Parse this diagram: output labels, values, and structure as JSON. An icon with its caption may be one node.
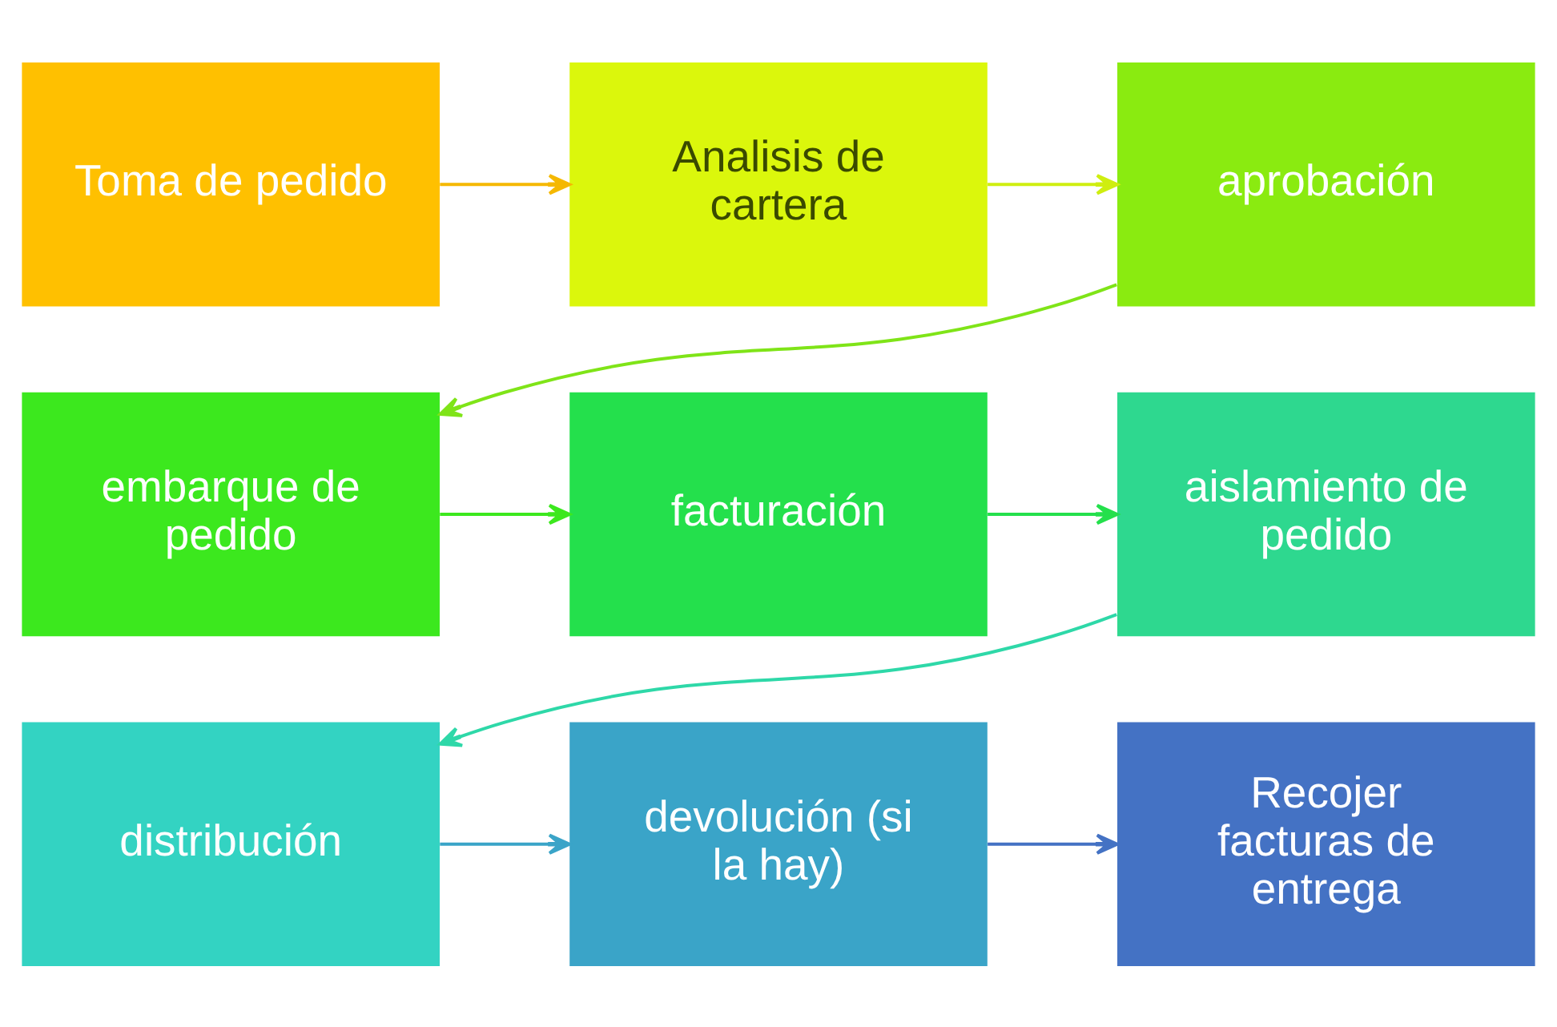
{
  "diagram": {
    "nodes": [
      {
        "text": [
          "Toma de pedido"
        ]
      },
      {
        "text": [
          "Analisis de cartera"
        ]
      },
      {
        "text": [
          "aprobación"
        ]
      },
      {
        "text": [
          "embarque de pedido"
        ]
      },
      {
        "text": [
          "facturación"
        ]
      },
      {
        "text": [
          "aislamiento de pedido"
        ]
      },
      {
        "text": [
          "distribución"
        ]
      },
      {
        "text": [
          "devolución (si la hay)"
        ]
      },
      {
        "text": [
          "Recojer facturas de entrega"
        ]
      }
    ],
    "edges": [
      {
        "from": 0,
        "to": 1,
        "arrow": "to",
        "color": "#f5b800"
      },
      {
        "from": 1,
        "to": 2,
        "arrow": "to",
        "color": "#cfee10"
      },
      {
        "from": 2,
        "to": 3,
        "arrow": "to",
        "color": "#7fe418"
      },
      {
        "from": 3,
        "to": 4,
        "arrow": "to",
        "color": "#3ce81e"
      },
      {
        "from": 4,
        "to": 5,
        "arrow": "to",
        "color": "#24e04c"
      },
      {
        "from": 5,
        "to": 6,
        "arrow": "to",
        "color": "#2ed8a8"
      },
      {
        "from": 6,
        "to": 7,
        "arrow": "to",
        "color": "#3aa4c8"
      },
      {
        "from": 7,
        "to": 8,
        "arrow": "to",
        "color": "#4472c4"
      }
    ]
  }
}
